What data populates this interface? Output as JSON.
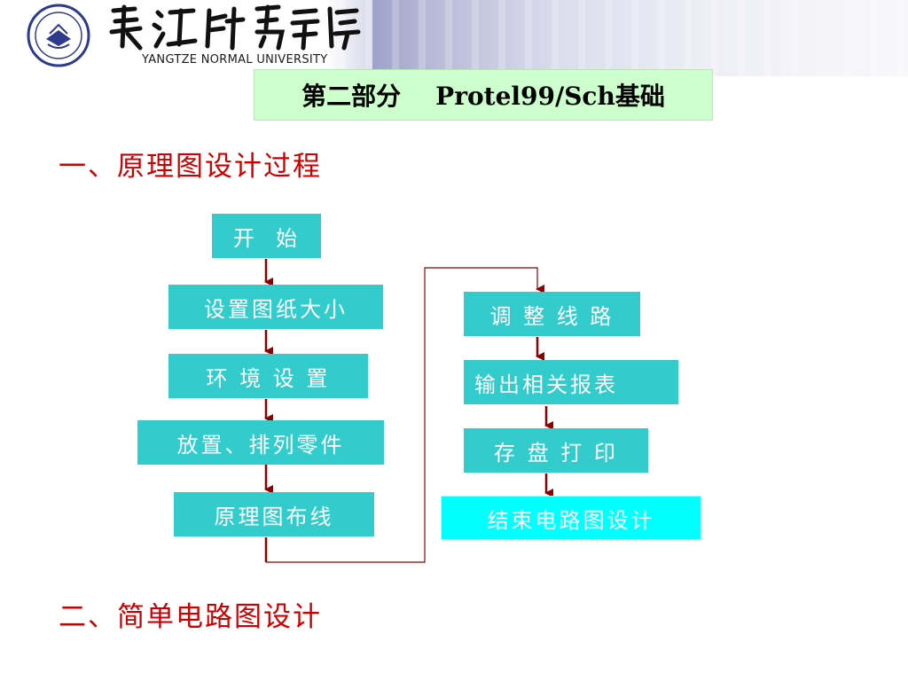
{
  "header": {
    "logo_alt_chinese": "長江師範學院",
    "university_english": "YANGTZE NORMAL UNIVERSITY"
  },
  "slide_title": "第二部分    Protel99/Sch基础",
  "section_1": "一、原理图设计过程",
  "section_2": "二、简单电路图设计",
  "flow": {
    "start": "开  始",
    "set_size": "设置图纸大小",
    "env": "环 境 设 置",
    "place": "放置、排列零件",
    "wiring": "原理图布线",
    "adjust": "调 整 线 路",
    "report": "输出相关报表",
    "save_print": "存 盘 打 印",
    "end": "结束电路图设计"
  },
  "colors": {
    "heading_red": "#cc0000",
    "box_teal": "#33cccc",
    "box_cyan": "#00ffff",
    "title_green": "#ccffcc",
    "arrow_dark_red": "#8b0000"
  }
}
